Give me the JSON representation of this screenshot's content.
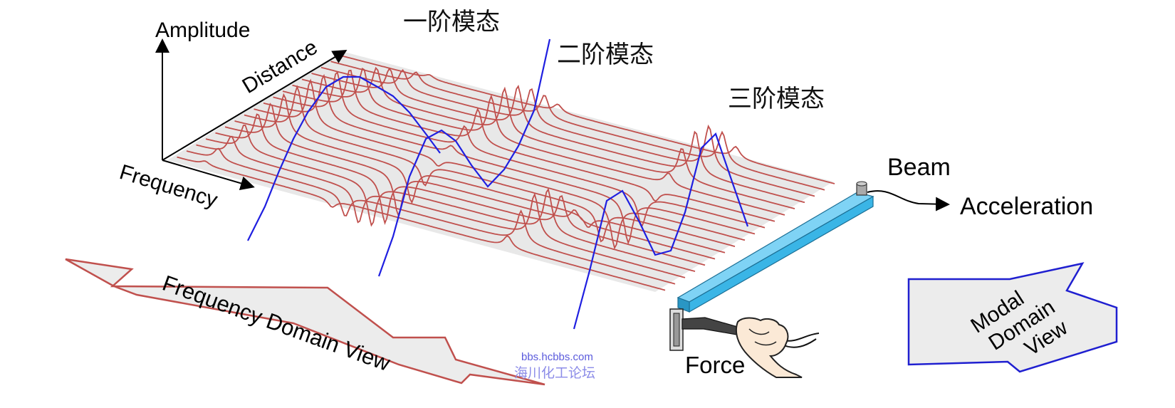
{
  "axes": {
    "amplitude": "Amplitude",
    "distance": "Distance",
    "frequency": "Frequency"
  },
  "modes": {
    "first": "一阶模态",
    "second": "二阶模态",
    "third": "三阶模态"
  },
  "views": {
    "frequency_domain": "Frequency Domain View",
    "modal_domain_line1": "Modal",
    "modal_domain_line2": "Domain",
    "modal_domain_line3": "View"
  },
  "setup": {
    "beam": "Beam",
    "acceleration": "Acceleration",
    "force": "Force"
  },
  "watermark": {
    "url": "bbs.hcbbs.com",
    "name": "海川化工论坛"
  },
  "colors": {
    "frf_curves": "#c0504d",
    "mode_shape": "#1f1fe0",
    "beam": "#3ab5e6",
    "plane": "#e6e6e6",
    "modal_arrow_border": "#1f1fd0",
    "freq_arrow_border": "#c0504d"
  }
}
